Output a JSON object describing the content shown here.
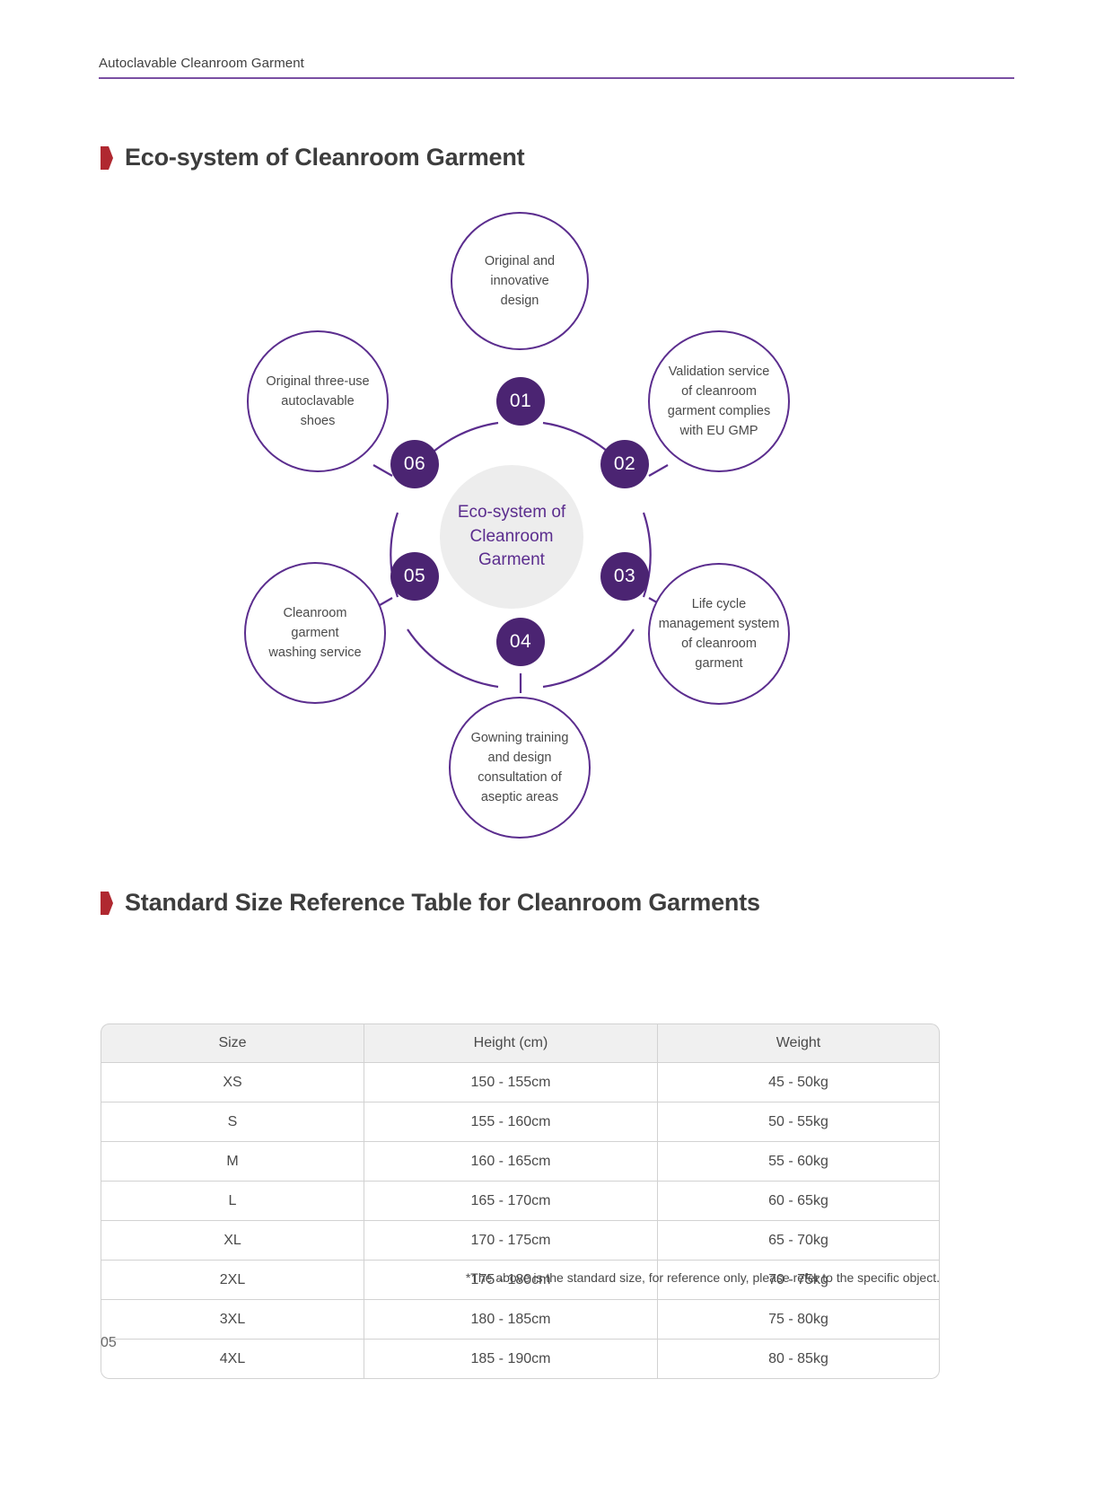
{
  "header": {
    "running_title": "Autoclavable Cleanroom Garment",
    "rule_color": "#7a4fa3"
  },
  "sections": {
    "diagram_title": "Eco-system of Cleanroom Garment",
    "table_title": "Standard Size Reference Table for Cleanroom Garments"
  },
  "colors": {
    "purple": "#5b2d8e",
    "badge_purple": "#4b2472",
    "flag_red": "#b02830",
    "hub_fill": "#ededed",
    "text": "#4a4a4a",
    "table_header_fill": "#f0f0f0",
    "table_border": "#d2d2d2"
  },
  "diagram": {
    "hub_label": "Eco-system of\nCleanroom\nGarment",
    "nodes": [
      {
        "number": "01",
        "label": "Original and\ninnovative\ndesign"
      },
      {
        "number": "02",
        "label": "Validation service\nof cleanroom\ngarment complies\nwith EU GMP"
      },
      {
        "number": "03",
        "label": "Life cycle\nmanagement system\nof cleanroom\ngarment"
      },
      {
        "number": "04",
        "label": "Gowning training\nand design\nconsultation of\naseptic areas"
      },
      {
        "number": "05",
        "label": "Cleanroom\ngarment\nwashing service"
      },
      {
        "number": "06",
        "label": "Original three-use\nautoclavable\nshoes"
      }
    ]
  },
  "table": {
    "columns": [
      "Size",
      "Height (cm)",
      "Weight"
    ],
    "rows": [
      [
        "XS",
        "150 - 155cm",
        "45 - 50kg"
      ],
      [
        "S",
        "155 - 160cm",
        "50 - 55kg"
      ],
      [
        "M",
        "160 - 165cm",
        "55 - 60kg"
      ],
      [
        "L",
        "165 - 170cm",
        "60 - 65kg"
      ],
      [
        "XL",
        "170 - 175cm",
        "65 - 70kg"
      ],
      [
        "2XL",
        "175 - 180cm",
        "70 - 75kg"
      ],
      [
        "3XL",
        "180 - 185cm",
        "75 - 80kg"
      ],
      [
        "4XL",
        "185 - 190cm",
        "80 - 85kg"
      ]
    ],
    "note": "*The above is the standard size, for reference only, please refer to the specific object."
  },
  "footer": {
    "page_number": "05"
  }
}
